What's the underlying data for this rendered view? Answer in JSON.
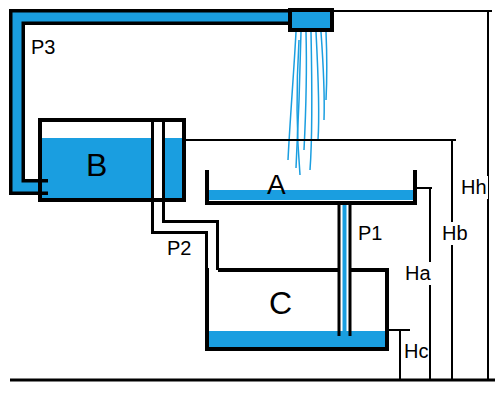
{
  "diagram": {
    "nodes": [
      {
        "text": [
          "B"
        ]
      },
      {
        "text": [
          "A"
        ]
      },
      {
        "text": [
          "C"
        ]
      }
    ],
    "edges": [
      {
        "from": 0,
        "to": 2,
        "label": "P2",
        "arrow": "none"
      },
      {
        "from": 1,
        "to": 2,
        "label": "P1",
        "arrow": "none"
      }
    ],
    "labels": [
      "P3",
      "Hh",
      "Hb",
      "Ha",
      "Hc"
    ]
  }
}
